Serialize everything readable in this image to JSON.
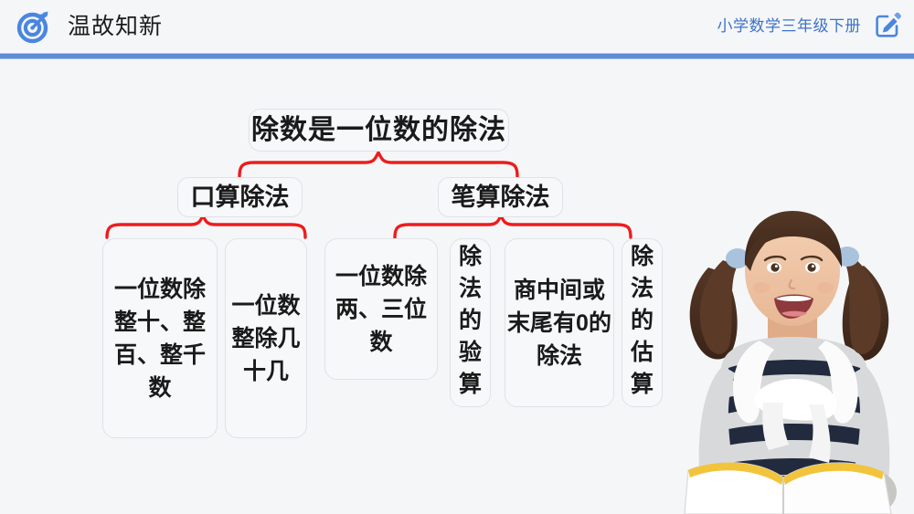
{
  "header": {
    "icon": "target-icon",
    "title": "温故知新",
    "subject": "小学数学三年级下册",
    "edit_icon": "edit-pencil-icon",
    "accent_color": "#5b8ed6",
    "subject_color": "#3d72c8"
  },
  "diagram": {
    "brace_color": "#ee1c1c",
    "node_border_color": "#dfe2e7",
    "node_fill_color": "#f7f8fa",
    "root": {
      "label": "除数是一位数的除法"
    },
    "branches": [
      {
        "label": "口算除法"
      },
      {
        "label": "笔算除法"
      }
    ],
    "leaves": [
      {
        "label": "一位数除整十、整百、整千数"
      },
      {
        "label": "一位数整除几十几"
      },
      {
        "label": "一位数除两、三位数"
      },
      {
        "label": "除法的验算"
      },
      {
        "label": "商中间或末尾有0的除法"
      },
      {
        "label": "除法的估算"
      }
    ]
  },
  "photo": {
    "name": "smiling-girl-reading-book-photo",
    "alt": "微笑的小女孩捧着打开的书"
  }
}
